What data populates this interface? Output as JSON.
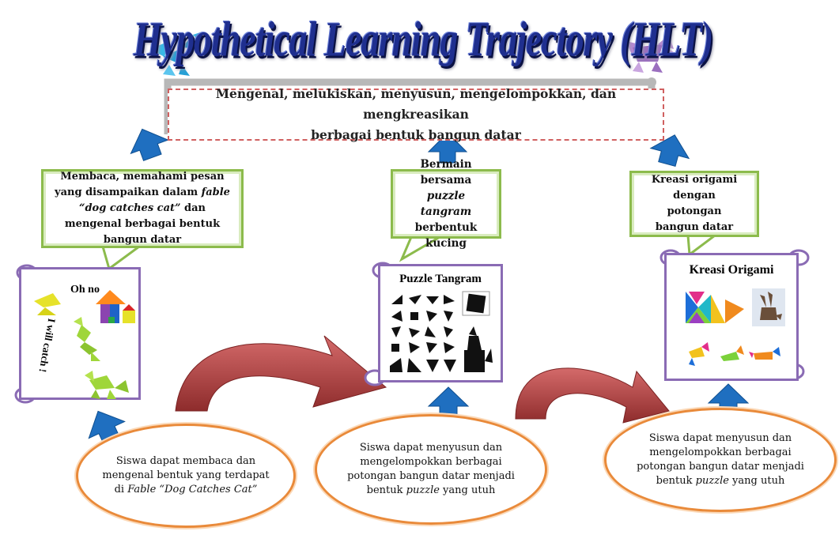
{
  "title": "Hypothetical Learning Trajectory (HLT)",
  "goal": {
    "line1": "Mengenal, melukiskan, menyusun, mengelompokkan, dan mengkreasikan",
    "line2": "berbagai bentuk bangun datar"
  },
  "callouts": {
    "left": {
      "p1": "Membaca, memahami pesan yang disampaikan dalam ",
      "p2": "fable “dog catches cat”",
      "p3": " dan mengenal berbagai bentuk bangun datar"
    },
    "middle": {
      "p1": "Bermain bersama",
      "p2": "puzzle tangram",
      "p3": "berbentuk kucing"
    },
    "right": {
      "text": "Kreasi origami dengan potongan bangun datar"
    }
  },
  "scrolls": {
    "left": {
      "text1": "Oh no",
      "text2": "I will catch !"
    },
    "middle": {
      "title": "Puzzle Tangram"
    },
    "right": {
      "title": "Kreasi Origami"
    }
  },
  "ellipses": {
    "left": {
      "p1": "Siswa dapat membaca dan mengenal bentuk yang terdapat di ",
      "p2": "Fable “Dog Catches Cat”"
    },
    "middle": {
      "p1": "Siswa dapat menyusun dan mengelompokkan berbagai potongan bangun datar menjadi bentuk ",
      "p2": "puzzle",
      "p3": " yang utuh"
    },
    "right": {
      "p1": "Siswa dapat menyusun dan mengelompokkan berbagai potongan bangun datar menjadi bentuk ",
      "p2": "puzzle",
      "p3": " yang utuh"
    }
  },
  "colors": {
    "arrow_blue": "#1f6fc0",
    "curved_arrow": "#b84545",
    "callout_border": "#8cbb4c",
    "ellipse_border": "#e98a3a",
    "scroll_border": "#8a6bb4",
    "title": "#1f2f8f"
  }
}
